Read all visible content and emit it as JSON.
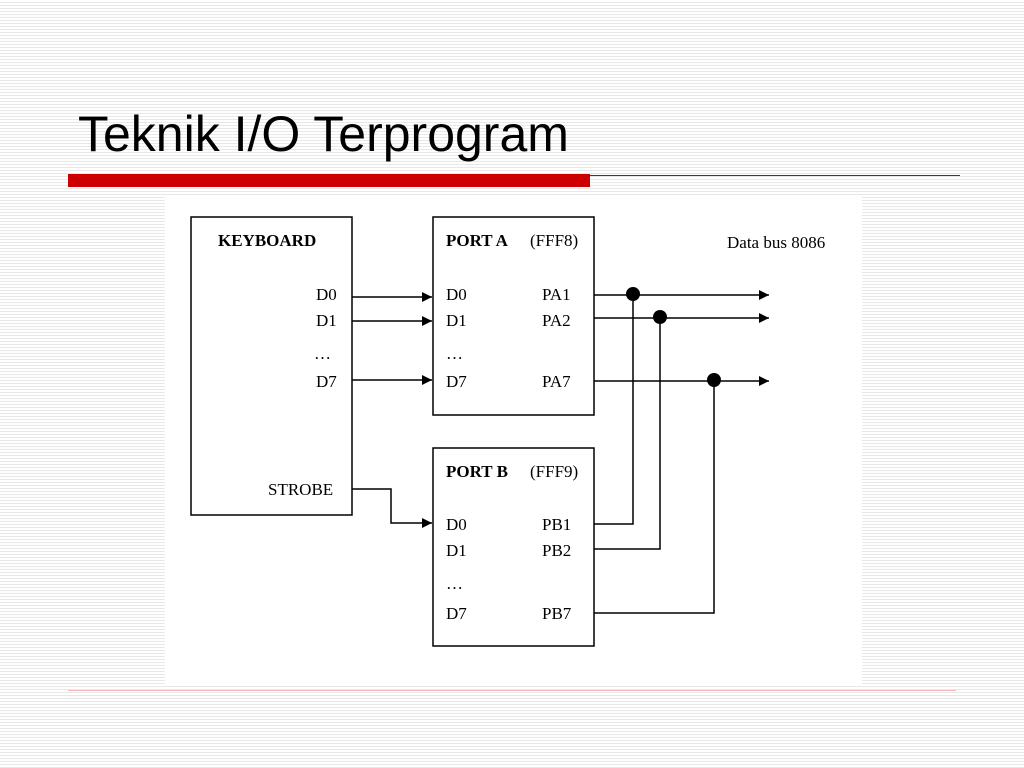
{
  "slide": {
    "title": "Teknik I/O Terprogram"
  },
  "diagram": {
    "keyboard": {
      "title": "KEYBOARD",
      "pins": [
        "D0",
        "D1",
        "…",
        "D7"
      ],
      "strobe": "STROBE"
    },
    "port_a": {
      "name": "PORT A",
      "address": "(FFF8)",
      "inputs": [
        "D0",
        "D1",
        "…",
        "D7"
      ],
      "outputs": [
        "PA1",
        "PA2",
        "PA7"
      ]
    },
    "port_b": {
      "name": "PORT B",
      "address": "(FFF9)",
      "inputs": [
        "D0",
        "D1",
        "…",
        "D7"
      ],
      "outputs": [
        "PB1",
        "PB2",
        "PB7"
      ]
    },
    "data_bus_label": "Data bus 8086"
  }
}
